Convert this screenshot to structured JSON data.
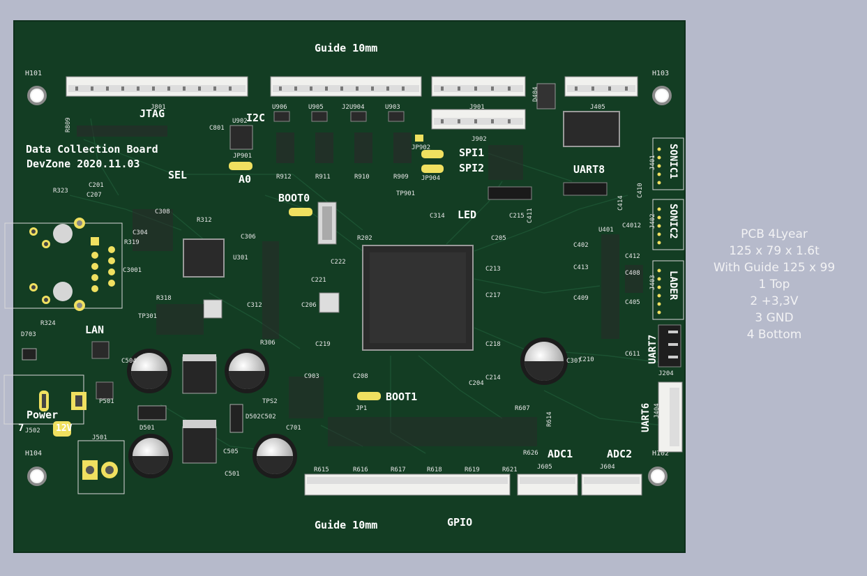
{
  "board": {
    "title": "Data Collection Board",
    "subtitle": "DevZone 2020.11.03",
    "guide_top": "Guide 10mm",
    "guide_bottom": "Guide 10mm",
    "colors": {
      "pcb": "#133d23",
      "silk": "#e8e8e8",
      "pad": "#f0e060",
      "background": "#b6bacb"
    }
  },
  "notes": [
    "PCB 4Lyear",
    "125 x 79 x 1.6t",
    "With Guide 125 x 99",
    "1 Top",
    "2 +3,3V",
    "3 GND",
    "4 Bottom"
  ],
  "mounting_holes": [
    "H101",
    "H103",
    "H104",
    "H102"
  ],
  "connector_labels": {
    "jtag": "JTAG",
    "i2c": "I2C",
    "spi1": "SPI1",
    "spi2": "SPI2",
    "uart8": "UART8",
    "led": "LED",
    "boot0": "BOOT0",
    "boot1": "BOOT1",
    "a0": "A0",
    "sel": "SEL",
    "lan": "LAN",
    "power": "Power",
    "v12": "12V",
    "v7": "7",
    "sonic1": "SONIC1",
    "sonic2": "SONIC2",
    "lader": "LADER",
    "uart7": "UART7",
    "uart6": "UART6",
    "adc1": "ADC1",
    "adc2": "ADC2",
    "gpio": "GPIO"
  },
  "refdes": {
    "J801": "J801",
    "J901": "J901",
    "J902": "J902",
    "J405": "J405",
    "U906": "U906",
    "U905": "U905",
    "U904": "J2U904",
    "U903": "U903",
    "D404": "D404",
    "U902": "U902",
    "U401": "U401",
    "U301": "U301",
    "R323": "R323",
    "R324": "R324",
    "C207": "C207",
    "C201": "C201",
    "D703": "D703",
    "J502": "J502",
    "P501": "P501",
    "J501": "J501",
    "D501": "D501",
    "D502": "D502",
    "C501": "C501",
    "C505": "C505",
    "C502": "C502",
    "C504": "C504",
    "C701": "C701",
    "TPS": "TPS2",
    "R615": "R615",
    "R616": "R616",
    "R617": "R617",
    "R618": "R618",
    "R619": "R619",
    "R621": "R621",
    "J605": "J605",
    "J604": "J604",
    "R626": "R626",
    "R607": "R607",
    "R614": "R614",
    "JP1": "JP1",
    "C208": "C208",
    "C903": "C903",
    "C219": "C219",
    "C307": "C307",
    "C210": "C210",
    "C611": "C611",
    "J204": "J204",
    "J404": "J404",
    "J401": "J401",
    "J402": "J402",
    "J403": "J403",
    "C402": "C402",
    "C413": "C413",
    "C409": "C409",
    "C412": "C412",
    "C408": "C408",
    "C405": "C405",
    "C4012": "C4012",
    "C414": "C414",
    "C410": "C410",
    "C215": "C215",
    "C411": "C411",
    "C205": "C205",
    "C213": "C213",
    "C217": "C217",
    "C218": "C218",
    "C214": "C214",
    "C204": "C204",
    "C314": "C314",
    "C306": "C306",
    "C221": "C221",
    "C222": "C222",
    "C206": "C206",
    "R202": "R202",
    "R312": "R312",
    "R318": "R318",
    "R319": "R319",
    "C308": "C308",
    "C304": "C304",
    "C3001": "C3001",
    "C312": "C312",
    "R306": "R306",
    "TP301": "TP301",
    "TP901": "TP901",
    "JP901": "JP901",
    "JP902": "JP902",
    "JP904": "JP904",
    "R912": "R912",
    "R911": "R911",
    "R910": "R910",
    "R909": "R909",
    "R809": "R809",
    "C801": "C801"
  }
}
